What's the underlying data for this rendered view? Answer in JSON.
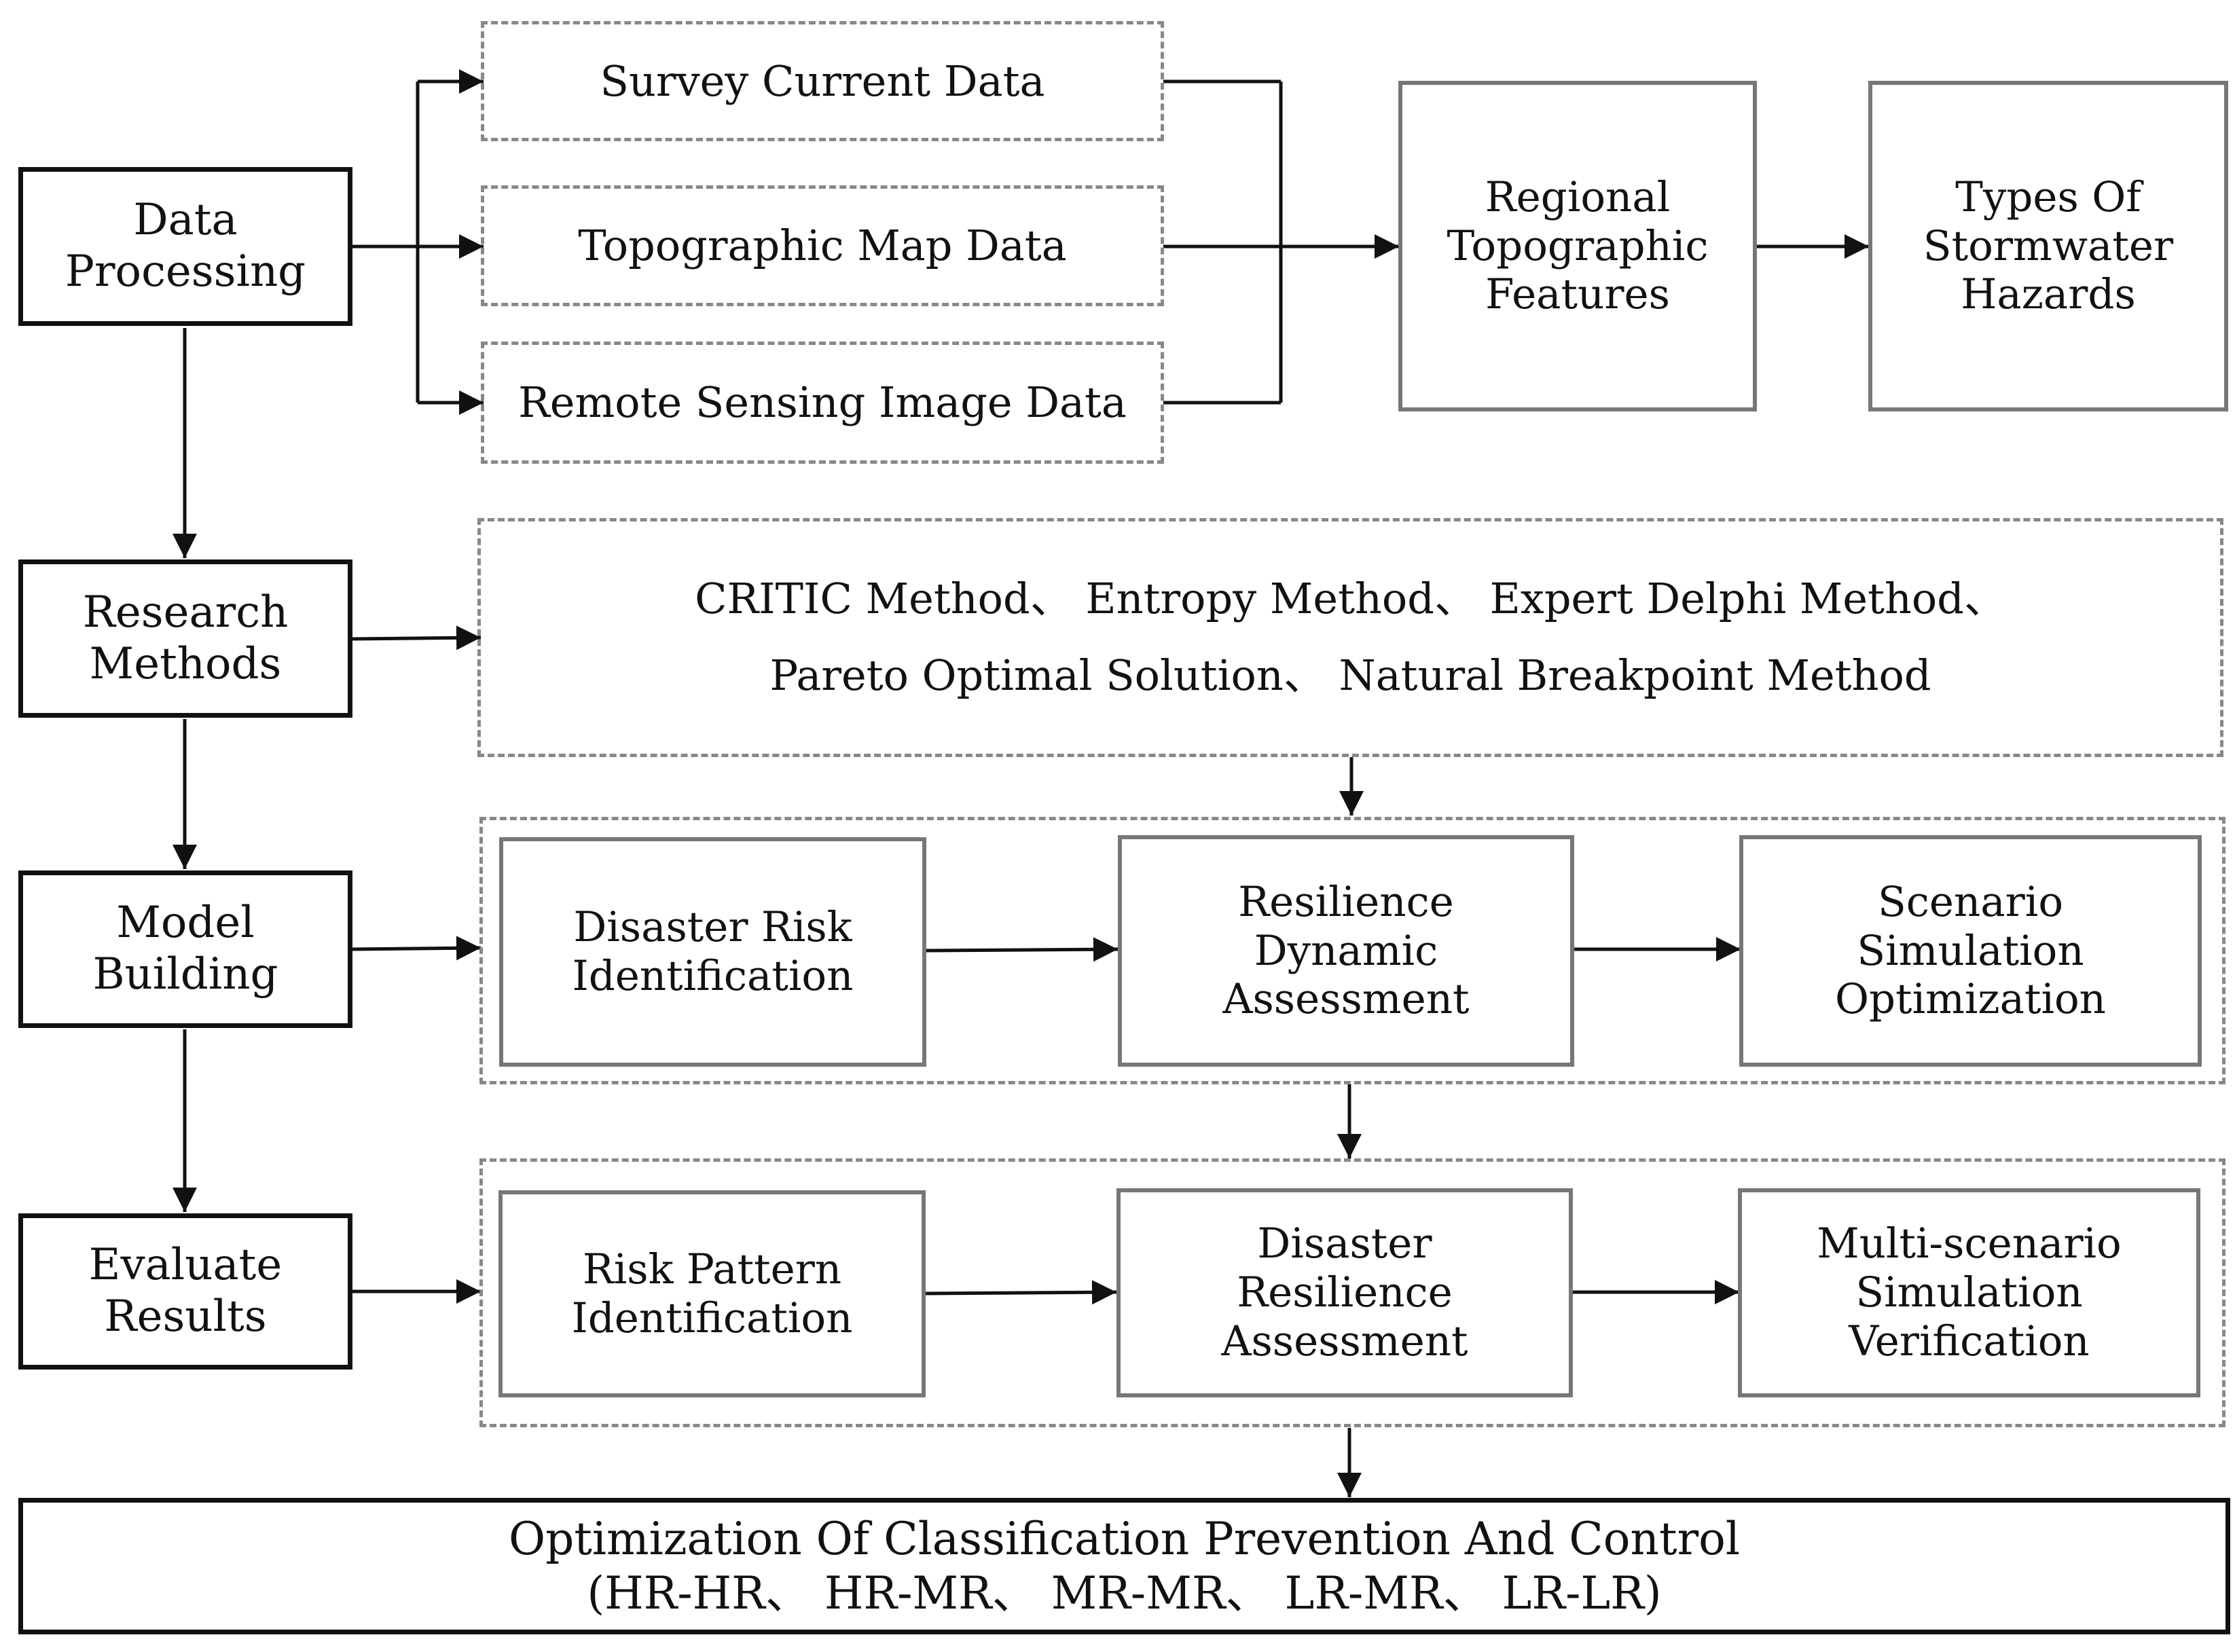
{
  "left_stages": [
    {
      "id": "data-processing",
      "label": "Data\nProcessing"
    },
    {
      "id": "research-methods",
      "label": "Research\nMethods"
    },
    {
      "id": "model-building",
      "label": "Model\nBuilding"
    },
    {
      "id": "evaluate-results",
      "label": "Evaluate\nResults"
    }
  ],
  "data_sources": [
    {
      "id": "survey",
      "label": "Survey Current Data"
    },
    {
      "id": "topographic-map",
      "label": "Topographic Map Data"
    },
    {
      "id": "remote-sensing",
      "label": "Remote Sensing Image Data"
    }
  ],
  "features": {
    "regional": "Regional\nTopographic\nFeatures",
    "hazards": "Types Of\nStormwater\nHazards"
  },
  "methods": {
    "line1": "CRITIC Method、 Entropy Method、 Expert Delphi Method、",
    "line2": "Pareto Optimal Solution、 Natural Breakpoint Method"
  },
  "model_steps": [
    {
      "id": "disaster-risk-identification",
      "label": "Disaster Risk\nIdentification"
    },
    {
      "id": "resilience-dynamic-assessment",
      "label": "Resilience\nDynamic\nAssessment"
    },
    {
      "id": "scenario-simulation-optimization",
      "label": "Scenario\nSimulation\nOptimization"
    }
  ],
  "evaluate_steps": [
    {
      "id": "risk-pattern-identification",
      "label": "Risk Pattern\nIdentification"
    },
    {
      "id": "disaster-resilience-assessment",
      "label": "Disaster\nResilience\nAssessment"
    },
    {
      "id": "multi-scenario-simulation-verification",
      "label": "Multi-scenario\nSimulation\nVerification"
    }
  ],
  "outcome": {
    "line1": "Optimization Of Classification Prevention And Control",
    "line2": "(HR-HR、 HR-MR、 MR-MR、 LR-MR、 LR-LR)"
  }
}
